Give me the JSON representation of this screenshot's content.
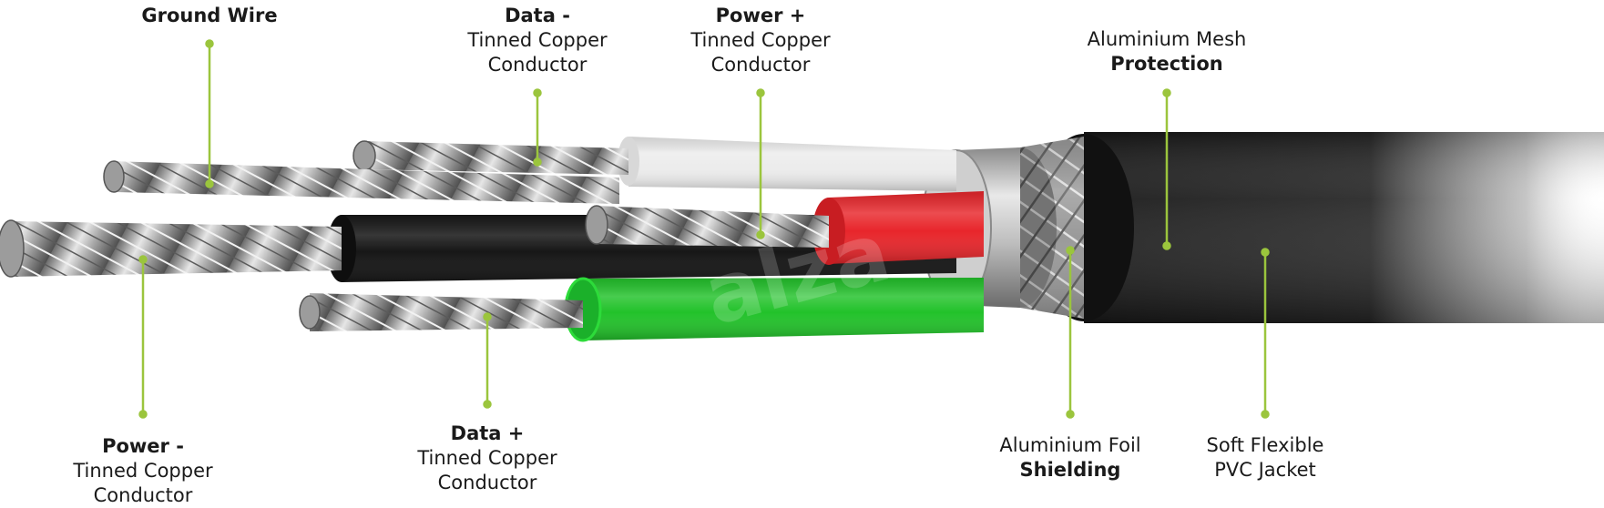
{
  "colors": {
    "leader_line": "#9bc53d",
    "wire_green": "#22c22a",
    "wire_red": "#e8262b",
    "wire_black": "#161616",
    "wire_white": "#eeeeee",
    "jacket": "#1c1c1c",
    "strand": "#b9b9b9"
  },
  "watermark": "alza",
  "labels": {
    "ground": {
      "bold": "Ground Wire"
    },
    "data_minus": {
      "bold": "Data -",
      "line1": "Tinned Copper",
      "line2": "Conductor"
    },
    "power_plus": {
      "bold": "Power +",
      "line1": "Tinned Copper",
      "line2": "Conductor"
    },
    "mesh": {
      "line1": "Aluminium Mesh",
      "bold": "Protection"
    },
    "power_minus": {
      "bold": "Power -",
      "line1": "Tinned Copper",
      "line2": "Conductor"
    },
    "data_plus": {
      "bold": "Data +",
      "line1": "Tinned Copper",
      "line2": "Conductor"
    },
    "foil": {
      "line1": "Aluminium Foil",
      "bold": "Shielding"
    },
    "jacket": {
      "line1": "Soft Flexible",
      "line2": "PVC Jacket"
    }
  }
}
